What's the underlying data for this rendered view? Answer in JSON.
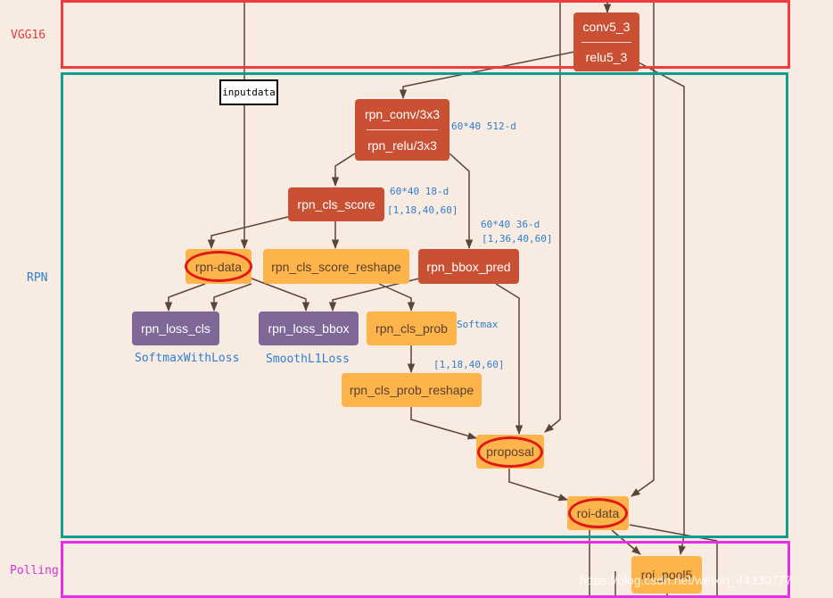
{
  "regions": {
    "vgg16": "VGG16",
    "rpn": "RPN",
    "polling": "Polling"
  },
  "input_label": "inputdata",
  "nodes": {
    "conv5_3": "conv5_3",
    "relu5_3": "relu5_3",
    "rpn_conv": "rpn_conv/3x3",
    "rpn_relu": "rpn_relu/3x3",
    "rpn_cls_score": "rpn_cls_score",
    "rpn_data": "rpn-data",
    "rpn_cls_score_reshape": "rpn_cls_score_reshape",
    "rpn_bbox_pred": "rpn_bbox_pred",
    "rpn_loss_cls": "rpn_loss_cls",
    "rpn_loss_bbox": "rpn_loss_bbox",
    "rpn_cls_prob": "rpn_cls_prob",
    "rpn_cls_prob_reshape": "rpn_cls_prob_reshape",
    "proposal": "proposal",
    "roi_data": "roi-data",
    "roi_pool5": "roi_pool5"
  },
  "annotations": {
    "conv_shape": "60*40 512-d",
    "cls_score_shape": "60*40 18-d",
    "cls_score_dims": "[1,18,40,60]",
    "bbox_shape": "60*40 36-d",
    "bbox_dims": "[1,36,40,60]",
    "softmax": "Softmax",
    "prob_dims": "[1,18,40,60]",
    "loss_cls_type": "SoftmaxWithLoss",
    "loss_bbox_type": "SmoothL1Loss"
  },
  "watermark": "https://blog.csdn.net/weixin_44330777",
  "colors": {
    "background": "#f8ebe2",
    "layer_red": "#ca5034",
    "layer_orange": "#fdb44b",
    "loss_purple": "#7f6797",
    "vgg_border": "#ee3b3b",
    "rpn_border": "#139b8e",
    "polling_border": "#e62ee6",
    "highlight": "#e01818",
    "annotation_text": "#2e7fd0"
  }
}
